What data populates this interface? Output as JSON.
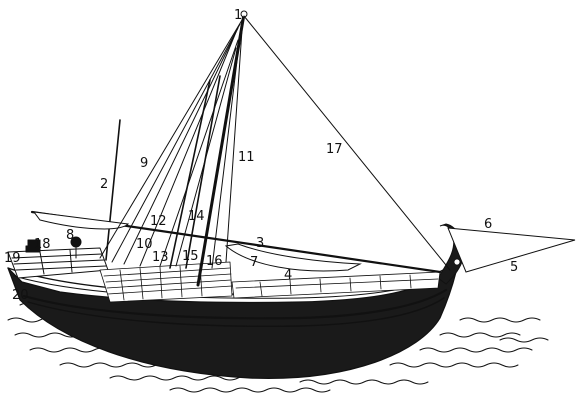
{
  "diagram": {
    "callouts": [
      {
        "id": "c1",
        "text": "1"
      },
      {
        "id": "c2",
        "text": "2"
      },
      {
        "id": "c3",
        "text": "3"
      },
      {
        "id": "c4",
        "text": "4"
      },
      {
        "id": "c5",
        "text": "5"
      },
      {
        "id": "c6",
        "text": "6"
      },
      {
        "id": "c7",
        "text": "7"
      },
      {
        "id": "c8",
        "text": "8"
      },
      {
        "id": "c9",
        "text": "9"
      },
      {
        "id": "c10",
        "text": "10"
      },
      {
        "id": "c11",
        "text": "11"
      },
      {
        "id": "c12",
        "text": "12"
      },
      {
        "id": "c13",
        "text": "13"
      },
      {
        "id": "c14",
        "text": "14"
      },
      {
        "id": "c15",
        "text": "15"
      },
      {
        "id": "c16",
        "text": "16"
      },
      {
        "id": "c17",
        "text": "17"
      },
      {
        "id": "c18",
        "text": "18"
      },
      {
        "id": "c19",
        "text": "19"
      },
      {
        "id": "c20",
        "text": "20"
      }
    ]
  }
}
